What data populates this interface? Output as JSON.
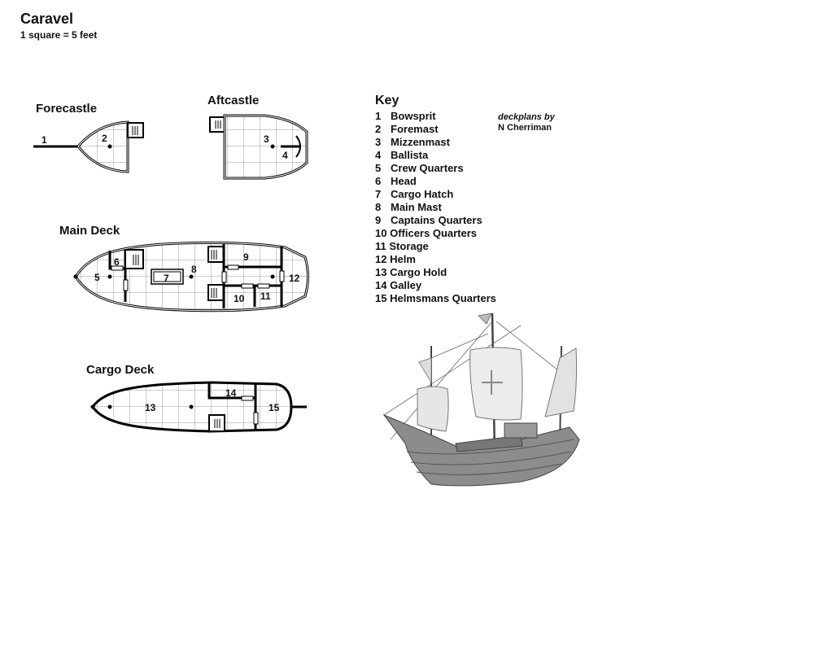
{
  "title": "Caravel",
  "scale": "1 square = 5 feet",
  "decks": {
    "forecastle": {
      "label": "Forecastle",
      "markers": [
        "1",
        "2"
      ]
    },
    "aftcastle": {
      "label": "Aftcastle",
      "markers": [
        "3",
        "4"
      ]
    },
    "main_deck": {
      "label": "Main Deck",
      "markers": [
        "5",
        "6",
        "7",
        "8",
        "9",
        "10",
        "11",
        "12"
      ]
    },
    "cargo_deck": {
      "label": "Cargo Deck",
      "markers": [
        "13",
        "14",
        "15"
      ]
    }
  },
  "key": {
    "title": "Key",
    "items": [
      {
        "num": "1",
        "label": "Bowsprit"
      },
      {
        "num": "2",
        "label": "Foremast"
      },
      {
        "num": "3",
        "label": "Mizzenmast"
      },
      {
        "num": "4",
        "label": "Ballista"
      },
      {
        "num": "5",
        "label": "Crew Quarters"
      },
      {
        "num": "6",
        "label": "Head"
      },
      {
        "num": "7",
        "label": "Cargo Hatch"
      },
      {
        "num": "8",
        "label": "Main Mast"
      },
      {
        "num": "9",
        "label": "Captains Quarters"
      },
      {
        "num": "10",
        "label": "Officers Quarters"
      },
      {
        "num": "11",
        "label": "Storage"
      },
      {
        "num": "12",
        "label": "Helm"
      },
      {
        "num": "13",
        "label": "Cargo Hold"
      },
      {
        "num": "14",
        "label": "Galley"
      },
      {
        "num": "15",
        "label": "Helmsmans Quarters"
      }
    ]
  },
  "credit": {
    "line1": "deckplans by",
    "line2": "N Cherriman"
  }
}
